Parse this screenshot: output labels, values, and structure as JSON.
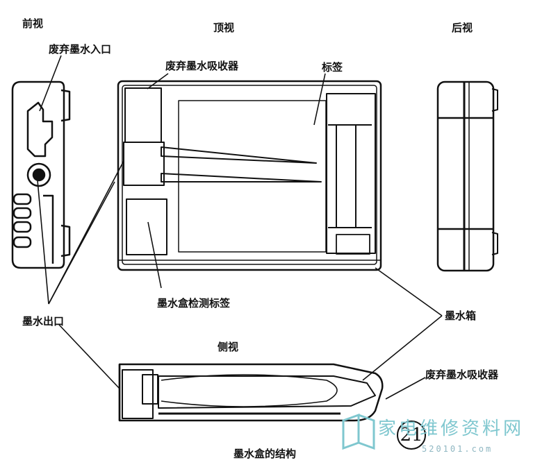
{
  "views": {
    "front": "前视",
    "top": "顶视",
    "back": "后视",
    "side": "侧视"
  },
  "labels": {
    "waste_ink_inlet": "废弃墨水入口",
    "waste_ink_absorber_top": "废弃墨水吸收器",
    "label": "标签",
    "ink_outlet": "墨水出口",
    "cartridge_detect_label": "墨水盒检测标签",
    "ink_tank": "墨水箱",
    "waste_ink_absorber_side": "废弃墨水吸收器"
  },
  "caption": "墨水盒的结构",
  "page_number": "21",
  "watermark": {
    "text": "家电维修资料网",
    "url": "520101.com"
  },
  "colors": {
    "ink": "#111111",
    "paper": "#ffffff",
    "watermark": "#7fc7cf"
  }
}
